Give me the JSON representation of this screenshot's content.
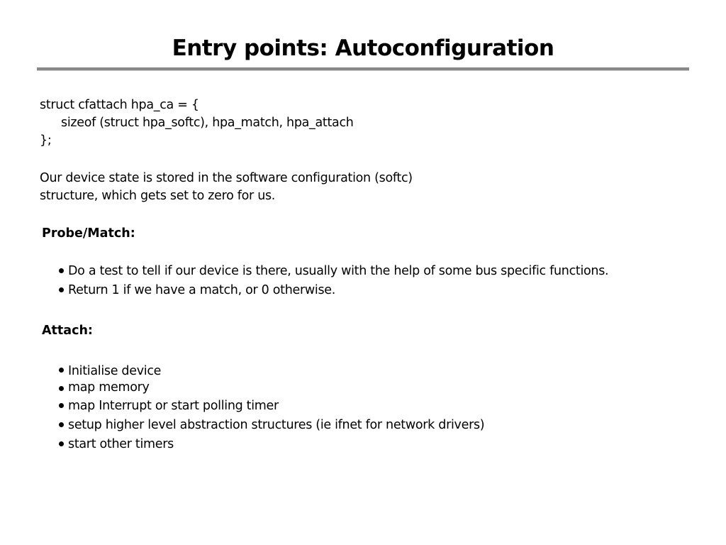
{
  "slide": {
    "title": "Entry points: Autoconfiguration"
  },
  "code": {
    "line1": "struct cfattach hpa_ca = {",
    "line2": "sizeof (struct hpa_softc), hpa_match, hpa_attach",
    "line3": "};"
  },
  "description": {
    "line1": "Our device state is stored in the software configuration (softc)",
    "line2": "structure, which gets set to zero for us."
  },
  "probe_match": {
    "heading": "Probe/Match:",
    "items": [
      "Do a test to tell if our device is there, usually with the help of some bus specific functions.",
      "Return 1 if we have a match, or 0 otherwise."
    ]
  },
  "attach": {
    "heading": "Attach:",
    "items": [
      "Initialise device",
      "map memory",
      "map Interrupt or start polling timer",
      "setup higher level abstraction structures (ie ifnet for network drivers)",
      "start other timers"
    ]
  }
}
